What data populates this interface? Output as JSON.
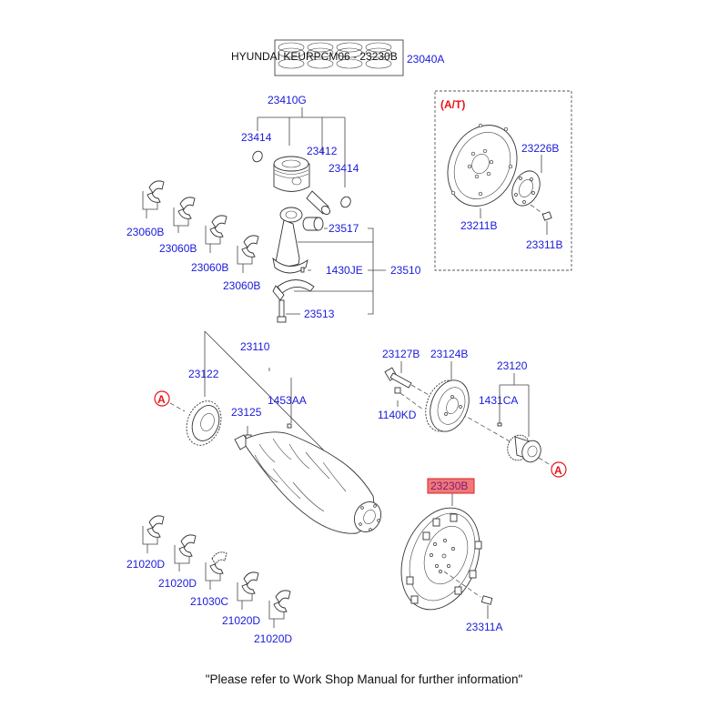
{
  "diagram": {
    "title_overlay": "HYUNDAI KEURPCM06 - 23230B",
    "footnote": "\"Please refer to Work Shop Manual for further information\"",
    "at_section_label": "(A/T)",
    "ref_marker": "A",
    "highlight_color": "#f07878",
    "label_color": "#1a1adc",
    "ref_color": "#e8141c",
    "highlighted_part": "23230B",
    "parts": {
      "piston_ring_set": "23040A",
      "piston_assembly": "23410G",
      "snap_ring_left": "23414",
      "piston_pin": "23412",
      "snap_ring_right": "23414",
      "conrod_bearings": [
        "23060B",
        "23060B",
        "23060B",
        "23060B"
      ],
      "conrod_bushing": "23517",
      "conrod_pin": "1430JE",
      "conrod_assembly": "23510",
      "conrod_bolt": "23513",
      "drive_plate": "23211B",
      "drive_plate_adapter": "23226B",
      "drive_plate_bolt": "23311B",
      "crankshaft_assembly": "23110",
      "timing_sprocket": "23122",
      "crank_key": "23125",
      "crank_pin": "1453AA",
      "pulley_bolt": "23127B",
      "damper_pulley": "23124B",
      "sprocket_assembly": "23120",
      "washer_pin": "1140KD",
      "woodruff_key": "1431CA",
      "flywheel": "23230B",
      "flywheel_bolt": "23311A",
      "main_bearings": [
        "21020D",
        "21020D",
        "21030C",
        "21020D",
        "21020D"
      ]
    }
  }
}
